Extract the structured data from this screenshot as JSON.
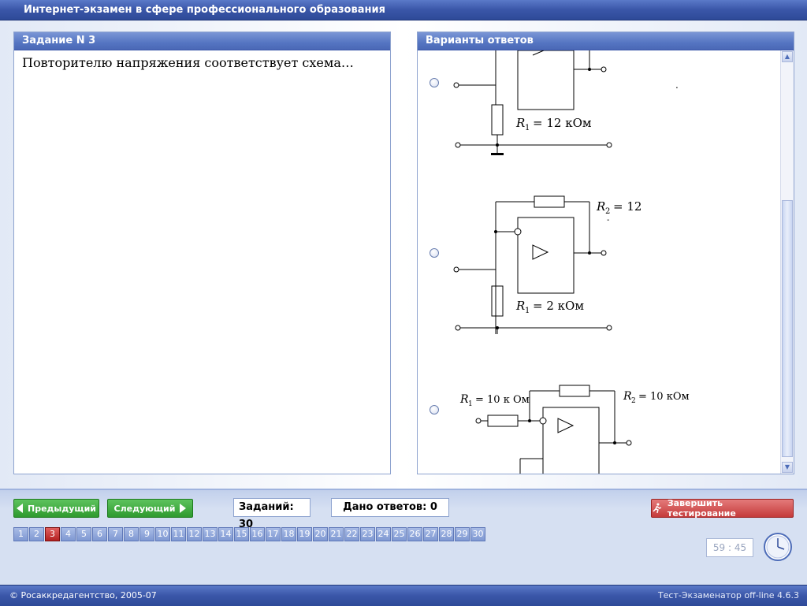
{
  "window": {
    "title": "Интернет-экзамен в сфере профессионального образования"
  },
  "task": {
    "header": "Задание N 3",
    "question": "Повторителю напряжения соответствует схема…"
  },
  "answers": {
    "header": "Варианты ответов",
    "options": [
      {
        "r1_sym": "R",
        "r1_sub": "1",
        "r1_val": "= 12 кОм",
        "stray_mark": "."
      },
      {
        "r1_sym": "R",
        "r1_sub": "1",
        "r1_val": "= 2 кОм",
        "r2_sym": "R",
        "r2_sub": "2",
        "r2_val": "= 12",
        "r2_tick": "-"
      },
      {
        "r1_sym": "R",
        "r1_sub": "1",
        "r1_val": "= 10 к Ом",
        "r2_sym": "R",
        "r2_sub": "2",
        "r2_val": "= 10 кОм"
      }
    ]
  },
  "controls": {
    "prev_label": "Предыдущий",
    "next_label": "Следующий",
    "tasks_count": "Заданий: 30",
    "answered_count": "Дано ответов: 0",
    "finish_label": "Завершить тестирование",
    "current_page": 3,
    "pages": [
      "1",
      "2",
      "3",
      "4",
      "5",
      "6",
      "7",
      "8",
      "9",
      "10",
      "11",
      "12",
      "13",
      "14",
      "15",
      "16",
      "17",
      "18",
      "19",
      "20",
      "21",
      "22",
      "23",
      "24",
      "25",
      "26",
      "27",
      "28",
      "29",
      "30"
    ],
    "timer": "59 : 45"
  },
  "status": {
    "left": "© Росаккредагентство, 2005-07",
    "right": "Тест-Экзаменатор off-line 4.6.3"
  },
  "colors": {
    "accent": "#3a56a8",
    "nav_green": "#2f9a2f",
    "finish_red": "#c53b3b",
    "active_page": "#b32020"
  }
}
